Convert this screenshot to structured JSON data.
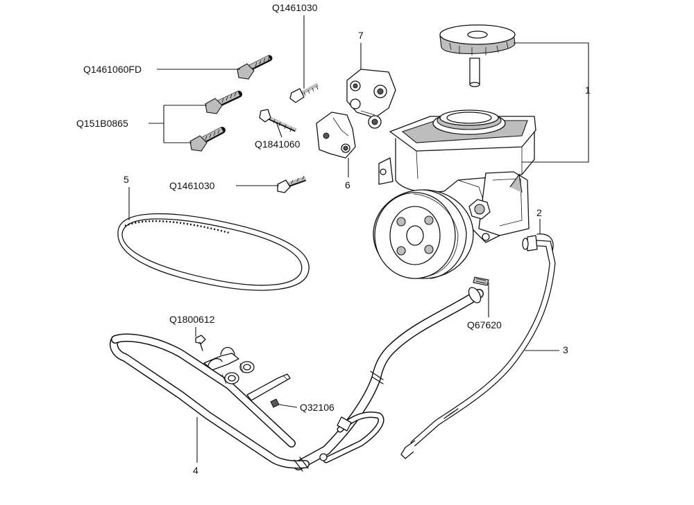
{
  "labels": {
    "part_1": "1",
    "part_2": "2",
    "part_3": "3",
    "part_4": "4",
    "part_5": "5",
    "part_6": "6",
    "part_7": "7",
    "bolt_top": "Q1461030",
    "bolt_flange": "Q1461060FD",
    "bolt_pair": "Q151B0865",
    "stud": "Q1841060",
    "bolt_lower": "Q1461030",
    "clamp_bolt": "Q1800612",
    "clip": "Q32106",
    "hose_clamp": "Q67620"
  }
}
